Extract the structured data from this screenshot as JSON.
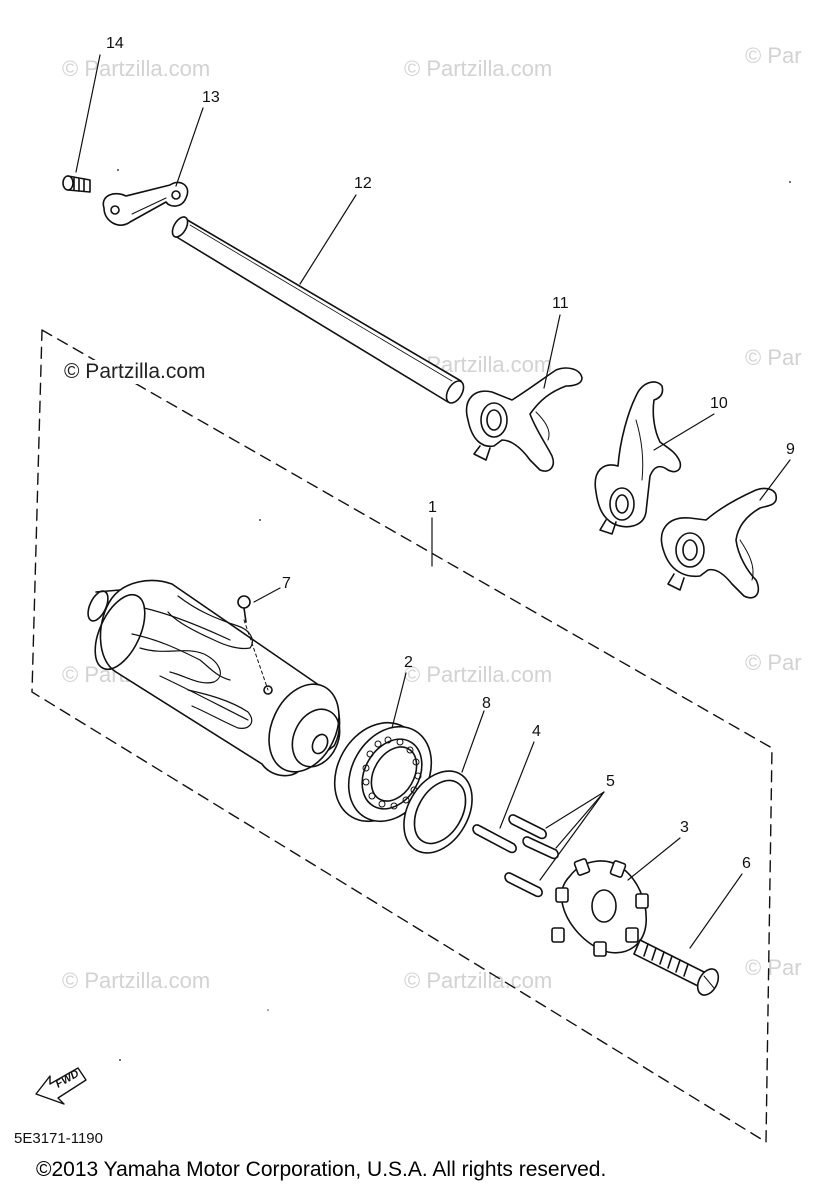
{
  "watermark": "© Partzilla.com",
  "watermark_short": "© Par",
  "callouts": {
    "c1": "1",
    "c2": "2",
    "c3": "3",
    "c4": "4",
    "c5": "5",
    "c6": "6",
    "c7": "7",
    "c8": "8",
    "c9": "9",
    "c10": "10",
    "c11": "11",
    "c12": "12",
    "c13": "13",
    "c14": "14"
  },
  "fwd_label": "FWD",
  "diagram_code": "5E3171-1190",
  "copyright": "©2013  Yamaha Motor Corporation, U.S.A. All rights reserved."
}
